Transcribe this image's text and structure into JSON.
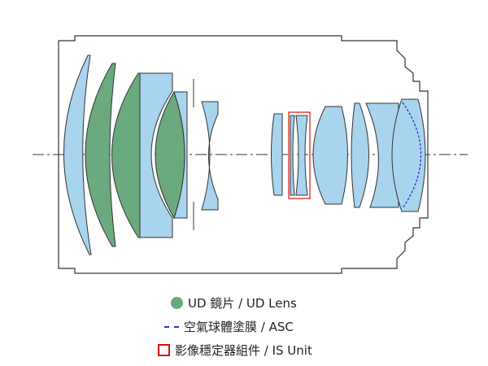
{
  "colors": {
    "lens": "#a8d4ee",
    "ud_lens": "#6aaa7e",
    "asc": "#2233dd",
    "is_unit": "#e01010",
    "outline": "#222222"
  },
  "legend": [
    {
      "icon": "green-dot-icon",
      "label": "UD 鏡片 / UD Lens"
    },
    {
      "icon": "blue-dashed-line-icon",
      "label": "空氣球體塗膜 / ASC"
    },
    {
      "icon": "red-square-icon",
      "label": "影像穩定器組件 / IS Unit"
    }
  ]
}
